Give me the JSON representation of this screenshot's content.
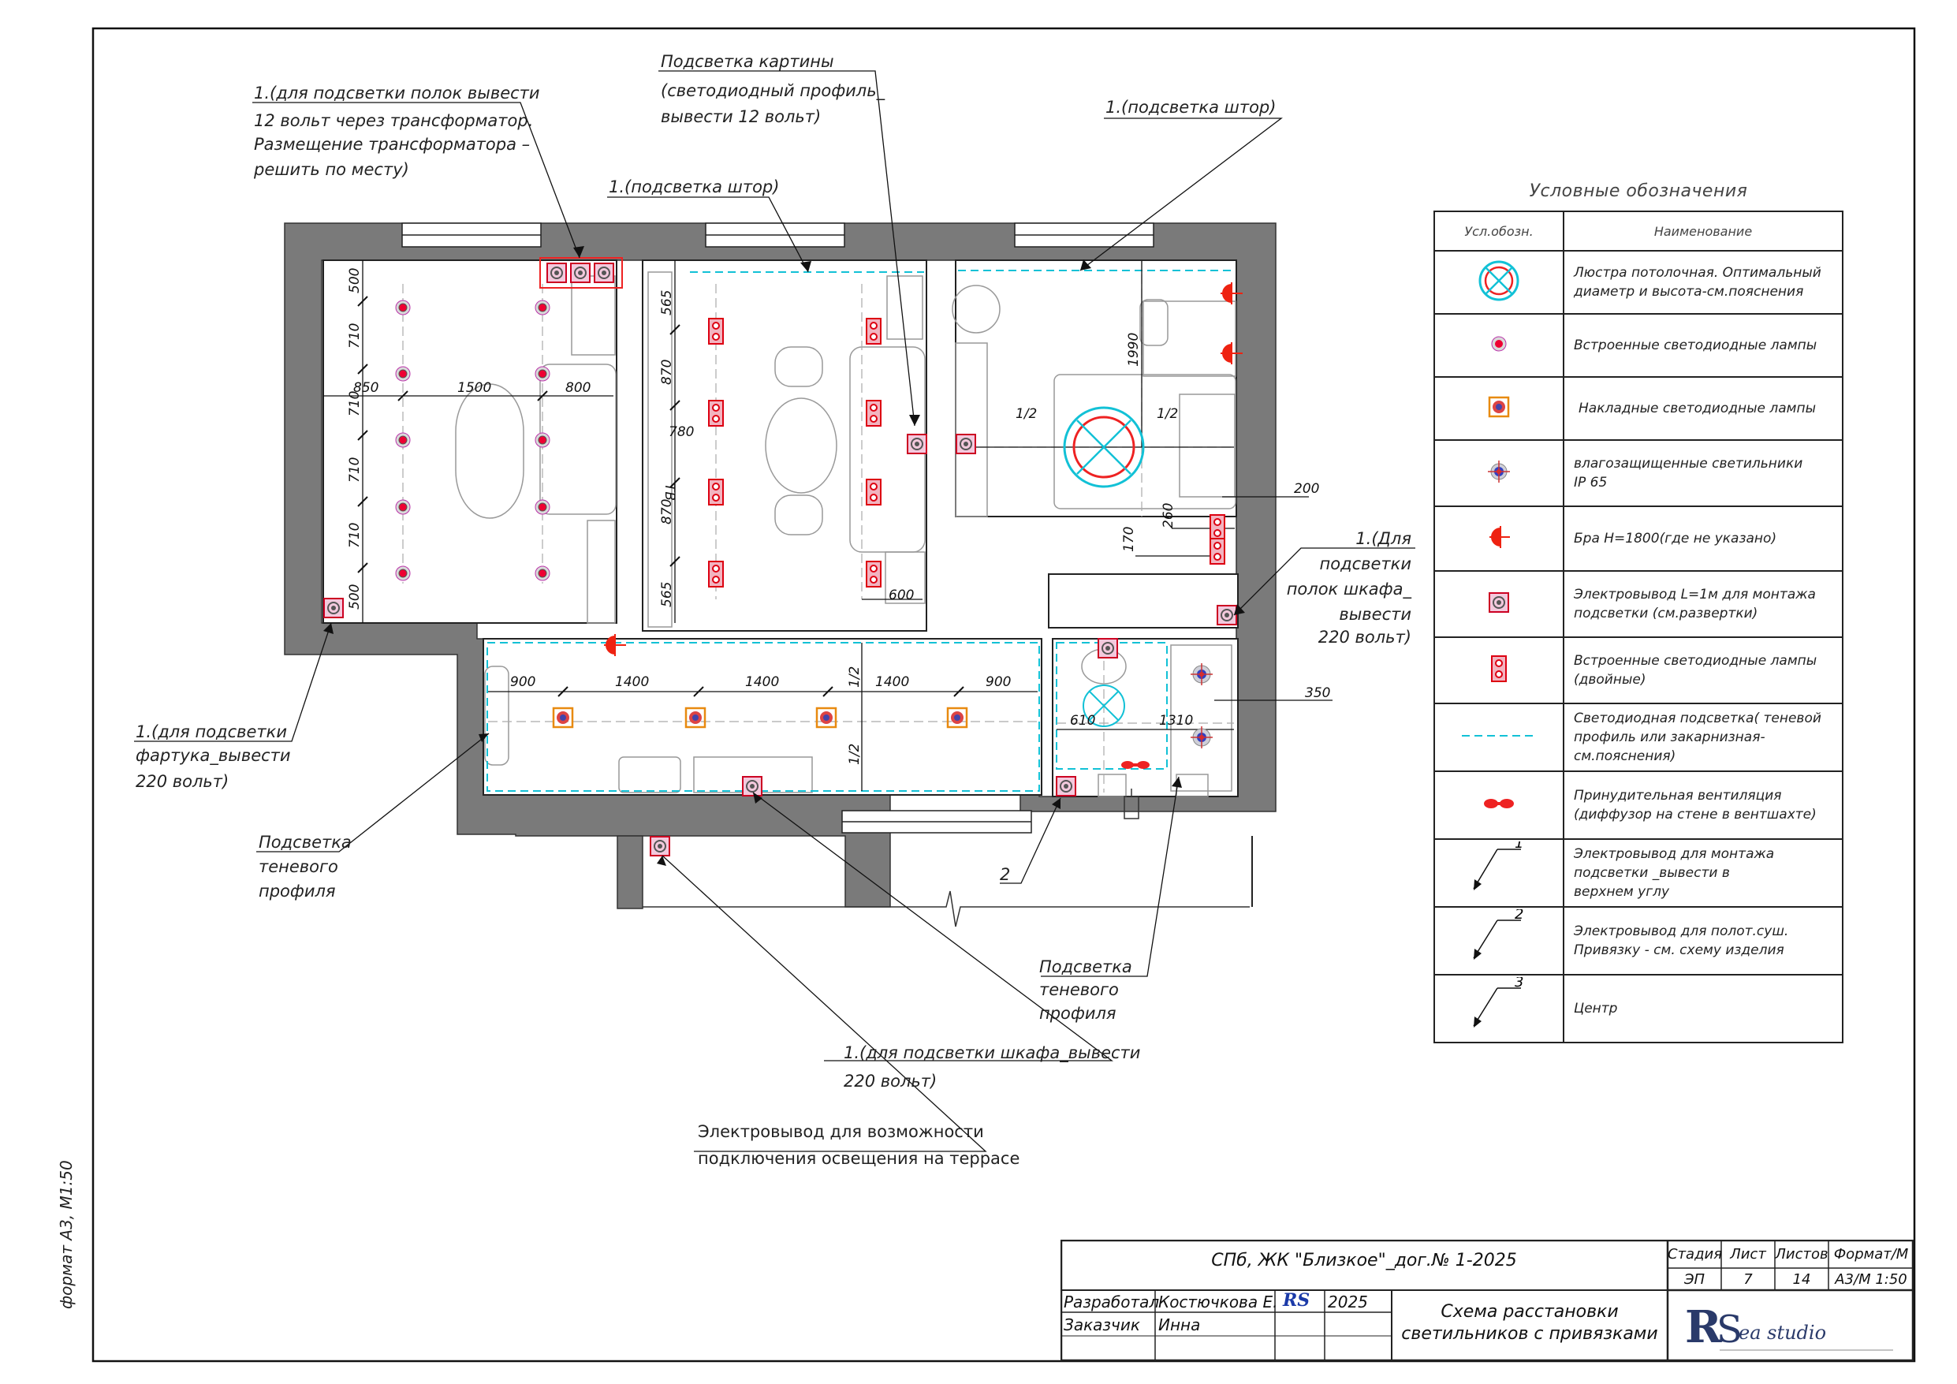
{
  "format_label": "формат А3, М1:50",
  "annotations": {
    "shelves_top": [
      "1.(для подсветки полок  вывести",
      "12 вольт через трансформатор.",
      "Размещение трансформатора –",
      "решить по месту)"
    ],
    "painting": [
      "Подсветка картины",
      "(светодиодный профиль_",
      "вывести 12 вольт)"
    ],
    "curtains_right": [
      "1.(подсветка штор)"
    ],
    "curtains_mid": [
      "1.(подсветка штор)"
    ],
    "wardrobe_shelves": [
      "1.(Для",
      "подсветки",
      "полок шкафа_",
      "вывести",
      "220 вольт)"
    ],
    "apron": [
      "1.(для подсветки",
      "фартука_вывести",
      "220 вольт)"
    ],
    "shadow_left": [
      "Подсветка",
      "теневого",
      "профиля"
    ],
    "shadow_right": [
      "Подсветка",
      "теневого",
      "профиля"
    ],
    "marker_2": "2",
    "wardrobe_bottom": [
      "1.(для подсветки шкафа_вывести",
      "220 вольт)"
    ],
    "terrace": [
      "Электровывод для возможности",
      "подключения освещения на террасе"
    ]
  },
  "dimensions": {
    "left_room_vertical": [
      "500",
      "710",
      "710",
      "710",
      "710",
      "500"
    ],
    "left_room_horizontal": [
      "850",
      "1500",
      "800"
    ],
    "mid_room_vertical": [
      "565",
      "870",
      "780",
      "870",
      "565"
    ],
    "mid_room_tb": "ТВ",
    "mid_room_600": "600",
    "bedroom": [
      "1/2",
      "1/2",
      "1990",
      "200",
      "260",
      "170"
    ],
    "corridor_horizontal": [
      "900",
      "1400",
      "1400",
      "1400",
      "900"
    ],
    "corridor_vertical": [
      "1/2",
      "1/2"
    ],
    "bath": [
      "610",
      "1310",
      "350"
    ]
  },
  "legend": {
    "title": "Условные обозначения",
    "col_symbol": "Усл.обозн.",
    "col_name": "Наименование",
    "rows": [
      {
        "icon": "chandelier-icon",
        "text": [
          "Люстра потолочная. Оптимальный",
          "диаметр и высота-см.пояснения"
        ]
      },
      {
        "icon": "recessed-led-icon",
        "text": [
          "Встроенные светодиодные лампы"
        ]
      },
      {
        "icon": "surface-led-icon",
        "text": [
          "Накладные светодиодные лампы"
        ]
      },
      {
        "icon": "ip65-icon",
        "text": [
          "влагозащищенные светильники",
          "IP 65"
        ]
      },
      {
        "icon": "sconce-icon",
        "text": [
          "Бра  Н=1800(где не указано)"
        ]
      },
      {
        "icon": "outlet-icon",
        "text": [
          "Электровывод L=1м для монтажа",
          "подсветки (см.развертки)"
        ]
      },
      {
        "icon": "double-led-icon",
        "text": [
          "Встроенные светодиодные лампы",
          "(двойные)"
        ]
      },
      {
        "icon": "led-strip-icon",
        "text": [
          "Светодиодная подсветка( теневой",
          "профиль или закарнизная-",
          "см.пояснения)"
        ]
      },
      {
        "icon": "ventilation-icon",
        "text": [
          "Принудительная вентиляция",
          "(диффузор на стене в вентшахте)"
        ]
      },
      {
        "icon": "leader-1-icon",
        "label": "1",
        "text": [
          "Электровывод для монтажа",
          "подсветки _вывести в",
          "верхнем углу"
        ]
      },
      {
        "icon": "leader-2-icon",
        "label": "2",
        "text": [
          "Электровывод для полот.суш.",
          "Привязку - см. схему изделия"
        ]
      },
      {
        "icon": "leader-3-icon",
        "label": "3",
        "text": [
          "Центр"
        ]
      }
    ]
  },
  "title_block": {
    "project": "СПб, ЖК \"Близкое\"_дог.№ 1-2025",
    "stage_h": "Стадия",
    "sheet_h": "Лист",
    "sheets_h": "Листов",
    "format_h": "Формат/М",
    "stage": "ЭП",
    "sheet": "7",
    "sheets": "14",
    "format": "А3/М 1:50",
    "developer_label": "Разработал",
    "developer": "Костючкова Е.",
    "signature": "RS",
    "year": "2025",
    "client_label": "Заказчик",
    "client": "Инна",
    "sheet_title": [
      "Схема расстановки",
      "светильников с привязками"
    ],
    "logo": "RSea studio"
  }
}
